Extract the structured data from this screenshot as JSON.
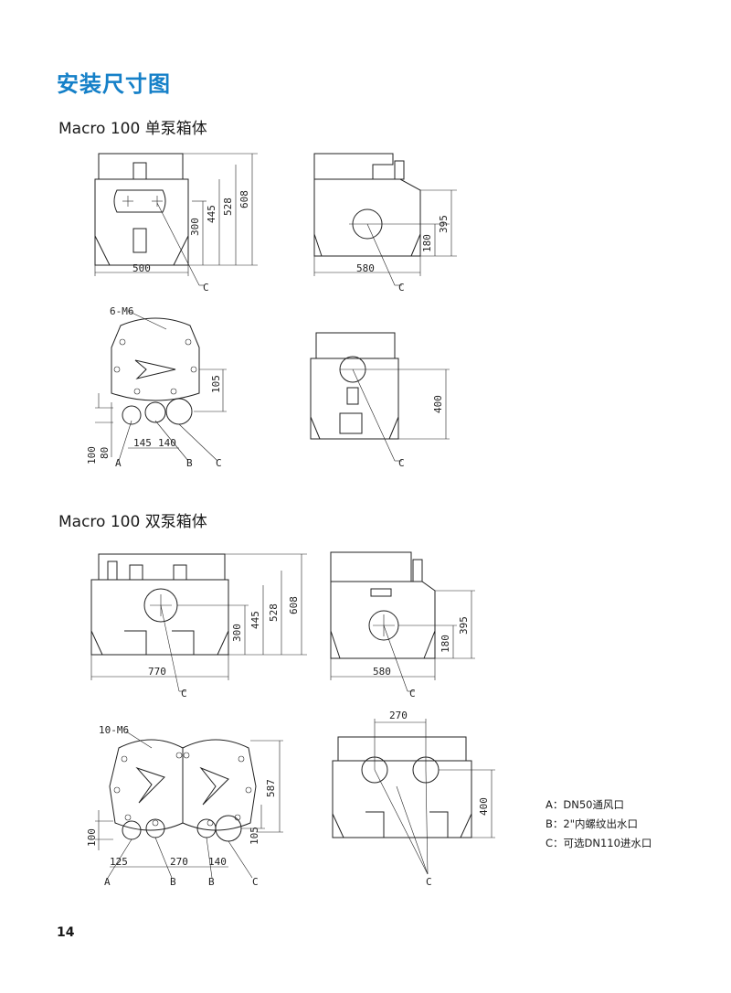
{
  "title": "安装尺寸图",
  "sections": [
    {
      "label": "Macro 100 单泵箱体",
      "front_view": {
        "dims": [
          "500",
          "300",
          "445",
          "528",
          "608"
        ],
        "callout": "C"
      },
      "side_view": {
        "dims": [
          "580",
          "180",
          "395"
        ],
        "callout": "C"
      },
      "top_view": {
        "note": "6-M6",
        "dims": [
          "105",
          "100",
          "80",
          "145",
          "140"
        ],
        "callouts": [
          "A",
          "B",
          "C"
        ]
      },
      "rear_view": {
        "dims": [
          "400"
        ],
        "callout": "C"
      }
    },
    {
      "label": "Macro 100 双泵箱体",
      "front_view": {
        "dims": [
          "770",
          "300",
          "445",
          "528",
          "608"
        ],
        "callout": "C"
      },
      "side_view": {
        "dims": [
          "580",
          "180",
          "395"
        ],
        "callout": "C"
      },
      "top_view": {
        "note": "10-M6",
        "dims": [
          "587",
          "100",
          "105",
          "125",
          "270",
          "140"
        ],
        "callouts": [
          "A",
          "B",
          "B",
          "C"
        ]
      },
      "rear_view": {
        "dims": [
          "270",
          "400"
        ],
        "callout": "C"
      }
    }
  ],
  "legend": [
    "A：DN50通风口",
    "B：2\"内螺纹出水口",
    "C：可选DN110进水口"
  ],
  "page_number": "14"
}
